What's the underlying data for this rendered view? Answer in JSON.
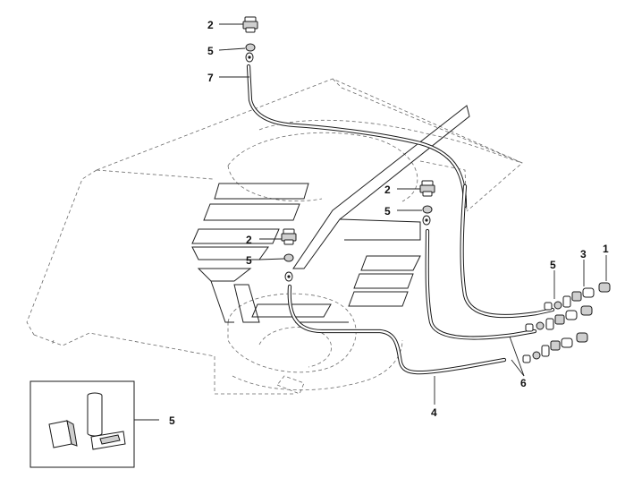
{
  "callouts": {
    "c2_top": "2",
    "c5_top": "5",
    "c7": "7",
    "c2_mid": "2",
    "c5_mid": "5",
    "c2_low": "2",
    "c5_low": "5",
    "c5_right": "5",
    "c3": "3",
    "c1": "1",
    "c6": "6",
    "c4": "4",
    "c5_box": "5"
  }
}
